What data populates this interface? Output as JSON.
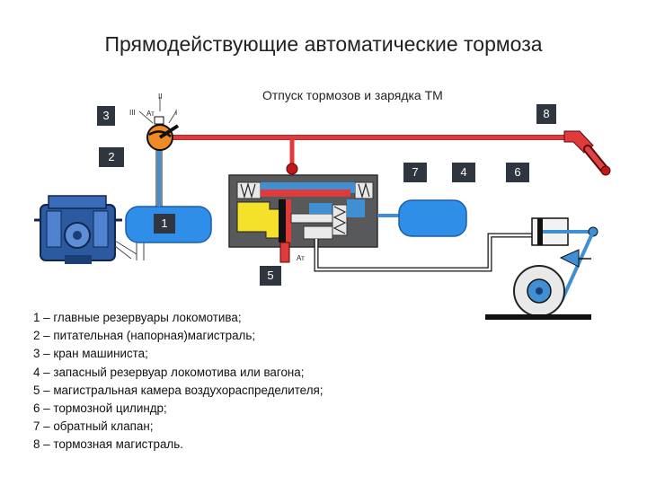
{
  "title": "Прямодействующие автоматические тормоза",
  "subtitle": "Отпуск тормозов и зарядка ТМ",
  "callouts": {
    "n1": "1",
    "n2": "2",
    "n3": "3",
    "n4": "4",
    "n5": "5",
    "n6": "6",
    "n7": "7",
    "n8": "8"
  },
  "valve_positions": {
    "i": "I",
    "ii": "II",
    "iii": "III",
    "atm": "Ат"
  },
  "atm_outlet": "Ат",
  "legend": [
    "1 – главные резервуары локомотива;",
    "2 – питательная (напорная)магистраль;",
    "3 – кран машиниста;",
    "4 – запасный резервуар локомотива или вагона;",
    "5 – магистральная камера воздухораспределителя;",
    "6 – тормозной цилиндр;",
    "7 – обратный клапан;",
    "8 – тормозная магистраль."
  ],
  "colors": {
    "supply_line": "#3f8fd2",
    "brake_line": "#e03a3a",
    "reservoir": "#2f8ee8",
    "chamber": "#f4e12a",
    "housing": "#58595b",
    "label_box": "#2f3640"
  }
}
